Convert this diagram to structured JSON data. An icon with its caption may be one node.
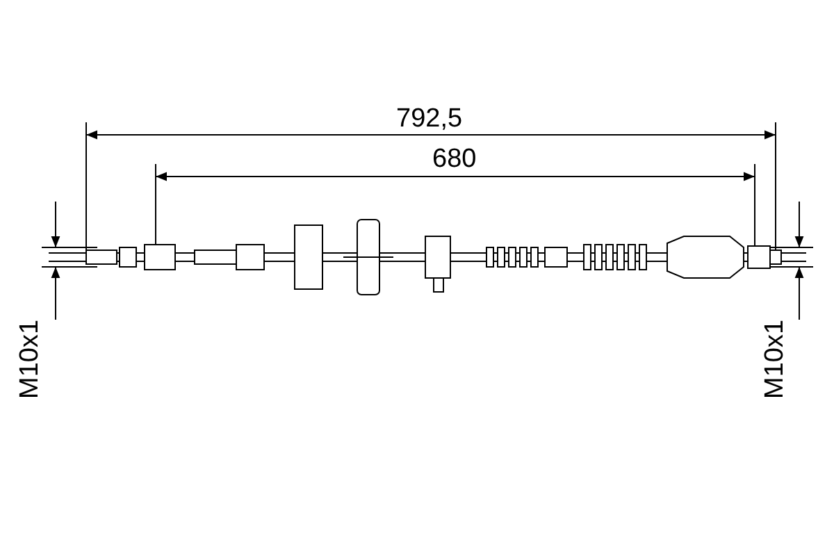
{
  "diagram": {
    "labels": [
      "792,5",
      "680",
      "M10x1",
      "M10x1"
    ]
  }
}
